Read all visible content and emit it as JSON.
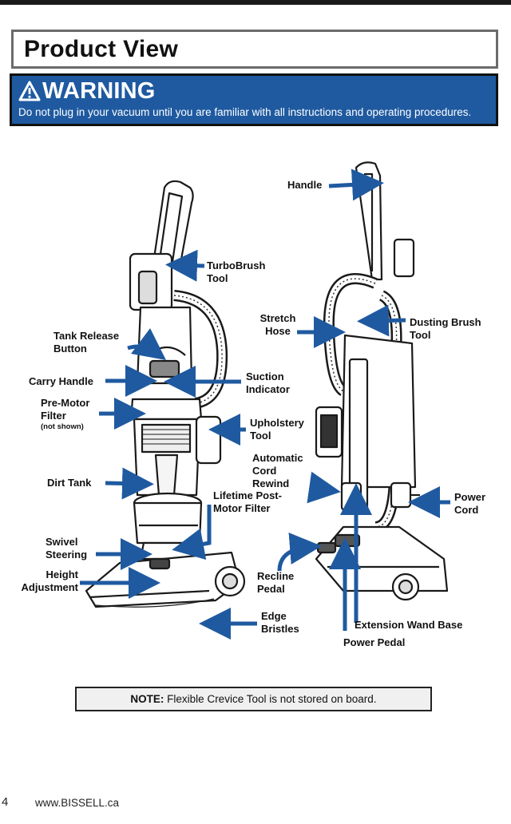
{
  "title": "Product View",
  "warning": {
    "title": "WARNING",
    "text": "Do not plug in your vacuum until you are familiar with all instructions and operating procedures."
  },
  "labels": {
    "handle": "Handle",
    "turbobrush": "TurboBrush Tool",
    "stretch_hose": "Stretch Hose",
    "dusting_brush": "Dusting Brush Tool",
    "tank_release": "Tank Release Button",
    "carry_handle": "Carry Handle",
    "suction_indicator": "Suction Indicator",
    "pre_motor_filter": "Pre-Motor Filter",
    "not_shown": "(not shown)",
    "upholstery_tool": "Upholstery Tool",
    "automatic_cord_rewind": "Automatic Cord Rewind",
    "dirt_tank": "Dirt Tank",
    "lifetime_filter": "Lifetime Post-Motor Filter",
    "power_cord": "Power Cord",
    "swivel_steering": "Swivel Steering",
    "height_adjustment": "Height Adjustment",
    "recline_pedal": "Recline Pedal",
    "edge_bristles": "Edge Bristles",
    "extension_wand_base": "Extension Wand Base",
    "power_pedal": "Power Pedal"
  },
  "note": {
    "prefix": "NOTE:",
    "text": " Flexible Crevice Tool is not stored on board."
  },
  "footer": {
    "page_number": "4",
    "url": "www.BISSELL.ca"
  },
  "colors": {
    "warning_bg": "#1f5aa0",
    "arrow": "#1f5aa0"
  }
}
